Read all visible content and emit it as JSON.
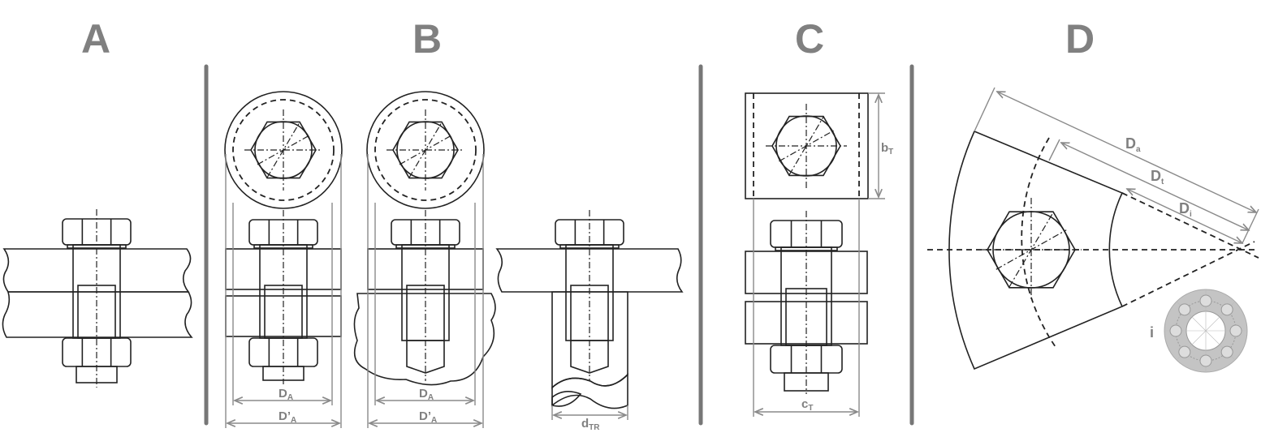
{
  "panels": {
    "a": {
      "title": "A"
    },
    "b": {
      "title": "B",
      "dim_da": "D",
      "dim_da_sub": "A",
      "dim_da_prime": "D’",
      "dim_da_prime_sub": "A",
      "dim_dtr": "d",
      "dim_dtr_sub": "TR"
    },
    "c": {
      "title": "C",
      "dim_bt": "b",
      "dim_bt_sub": "T",
      "dim_ct": "c",
      "dim_ct_sub": "T"
    },
    "d": {
      "title": "D",
      "dim_da": "D",
      "dim_da_sub": "a",
      "dim_dt": "D",
      "dim_dt_sub": "t",
      "dim_di": "D",
      "dim_di_sub": "i",
      "bolt_count_label": "i",
      "flange_bolt_count": 8
    }
  },
  "colors": {
    "fill_gray": "#c4c4c4",
    "bolt_fill": "#dcdcdc",
    "label_gray": "#808080",
    "divider": "#777777"
  }
}
